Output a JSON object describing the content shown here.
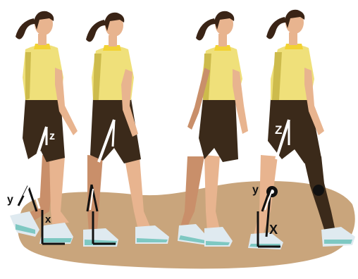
{
  "figure": {
    "labels": {
      "f1_z": "z",
      "f1_y": "y",
      "f1_x": "x",
      "f4_z": "Z",
      "f4_y": "y",
      "f4_x": "X"
    }
  },
  "colors": {
    "ground": "#c9a57c",
    "skin": "#e8b48f",
    "skin_shadow": "#c98f6a",
    "shirt": "#efe07a",
    "shirt_shadow": "#cdbb4c",
    "collar": "#f2d233",
    "shorts": "#3b2a1a",
    "hair": "#3a2416",
    "sock": "#f2efe6",
    "shoe": "#dfeaf0",
    "shoe_accent": "#7ec8c2",
    "marker_white": "#ffffff",
    "marker_black": "#111111"
  }
}
